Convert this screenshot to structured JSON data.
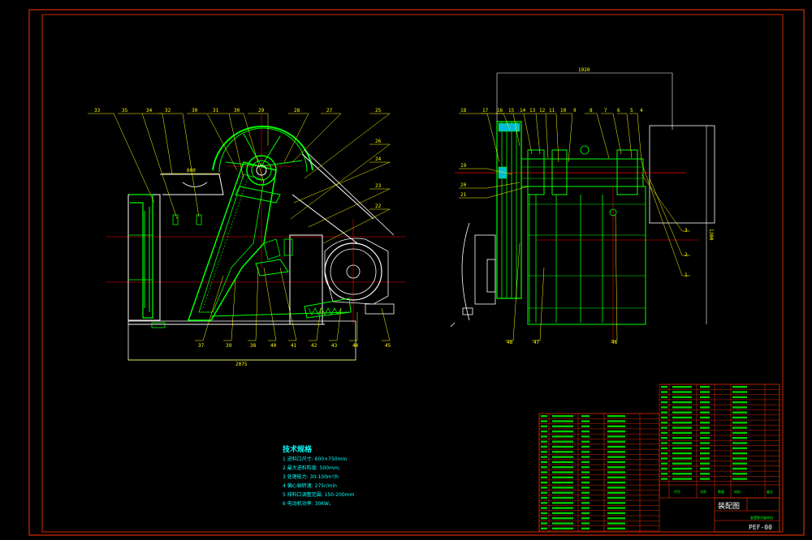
{
  "drawing": {
    "left_view_part_numbers": [
      "33",
      "35",
      "34",
      "32",
      "30",
      "31",
      "30",
      "29",
      "28",
      "27",
      "25"
    ],
    "left_view_right_side_numbers": [
      "26",
      "24",
      "23",
      "22"
    ],
    "left_view_bottom_numbers": [
      "37",
      "39",
      "38",
      "40",
      "41",
      "42",
      "43",
      "44",
      "45"
    ],
    "left_view_width_dim": "600",
    "left_view_overall_dim": "2075",
    "right_view_top_numbers": [
      "18",
      "17",
      "16",
      "15",
      "14",
      "13",
      "12",
      "11",
      "10",
      "9",
      "8",
      "7",
      "6",
      "5",
      "4"
    ],
    "right_view_left_numbers": [
      "19",
      "20",
      "21"
    ],
    "right_view_right_numbers": [
      "3",
      "2",
      "1"
    ],
    "right_view_bottom_numbers": [
      "48",
      "47",
      "46"
    ],
    "right_view_overall_dim": "1920",
    "right_view_height_dim": "1300"
  },
  "specs": {
    "title": "技术规格",
    "lines": [
      "1 进料口尺寸: 600×750mm",
      "2 最大进料粒度: 500mm;",
      "3 处理能力: 30-100m³/h",
      "4 偏心轴转速: 275r/min",
      "5 排料口调整范围: 150-200mm",
      "6 电动机功率: 30KW。"
    ]
  },
  "title_block": {
    "drawing_name": "装配图",
    "drawing_code": "PEF-00",
    "header_code": "代号",
    "header_name": "名称",
    "header_qty": "数量",
    "header_material": "材料",
    "header_remark": "备注",
    "machine_name": "复摆颚式破碎机"
  },
  "colors": {
    "frame": "#ff3300",
    "outline": "#ffffff",
    "parts": "#00ff00",
    "center_lines": "#ff0000",
    "leaders": "#ffff00",
    "text": "#00ffff"
  }
}
